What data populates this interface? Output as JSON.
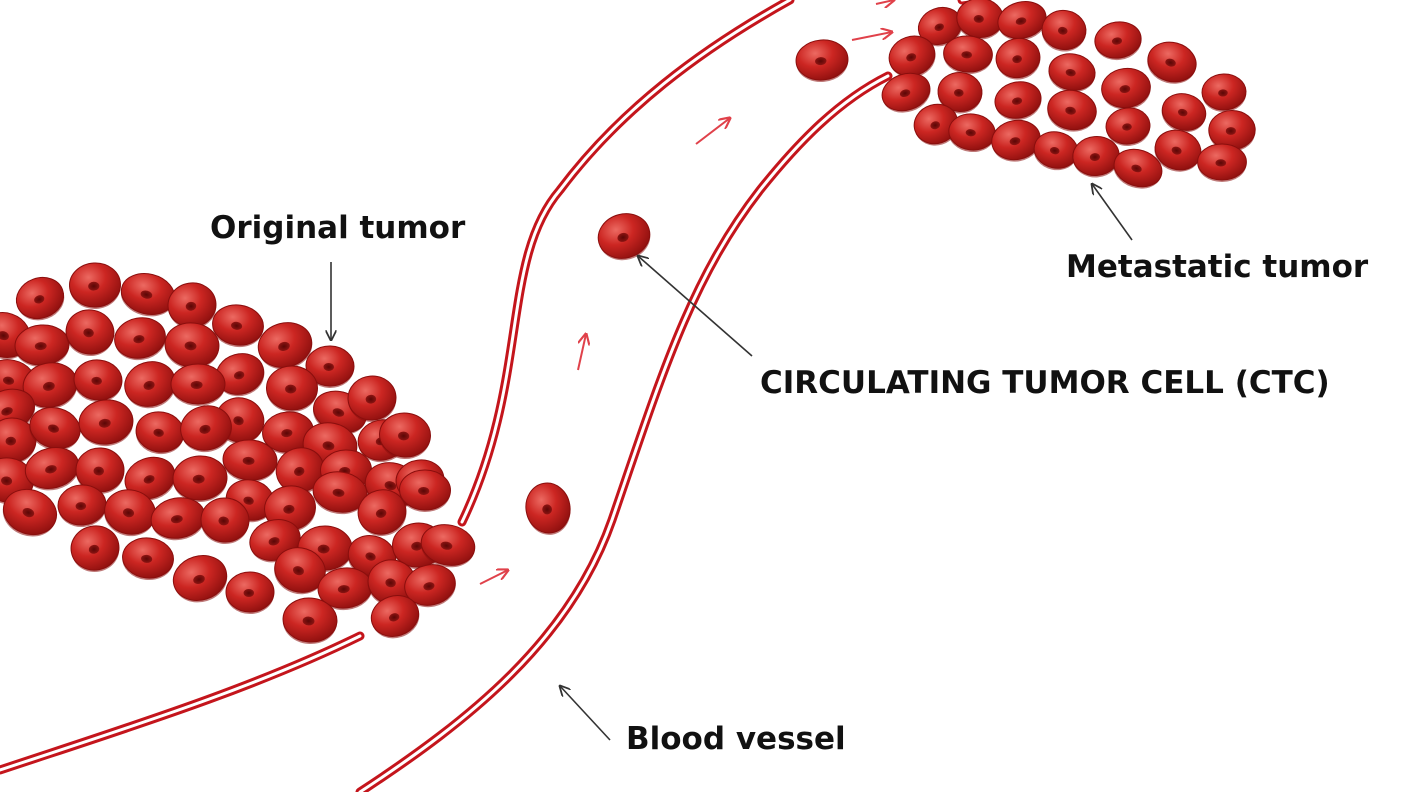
{
  "labels": {
    "original_tumor": "Original tumor",
    "metastatic_tumor": "Metastatic tumor",
    "ctc": "CIRCULATING TUMOR CELL (CTC)",
    "blood_vessel": "Blood vessel"
  },
  "colors": {
    "cell_fill": "#c8221f",
    "cell_dark": "#8a0e0d",
    "cell_highlight": "#e9605a",
    "nucleus": "#6e0a09",
    "vessel_wall": "#c4151c",
    "flow_arrow": "#e0414a",
    "pointer": "#333333",
    "text": "#111111",
    "background": "#ffffff"
  },
  "icons": {
    "flow": "arrow-right-icon",
    "pointer": "pointer-arrow-icon"
  }
}
